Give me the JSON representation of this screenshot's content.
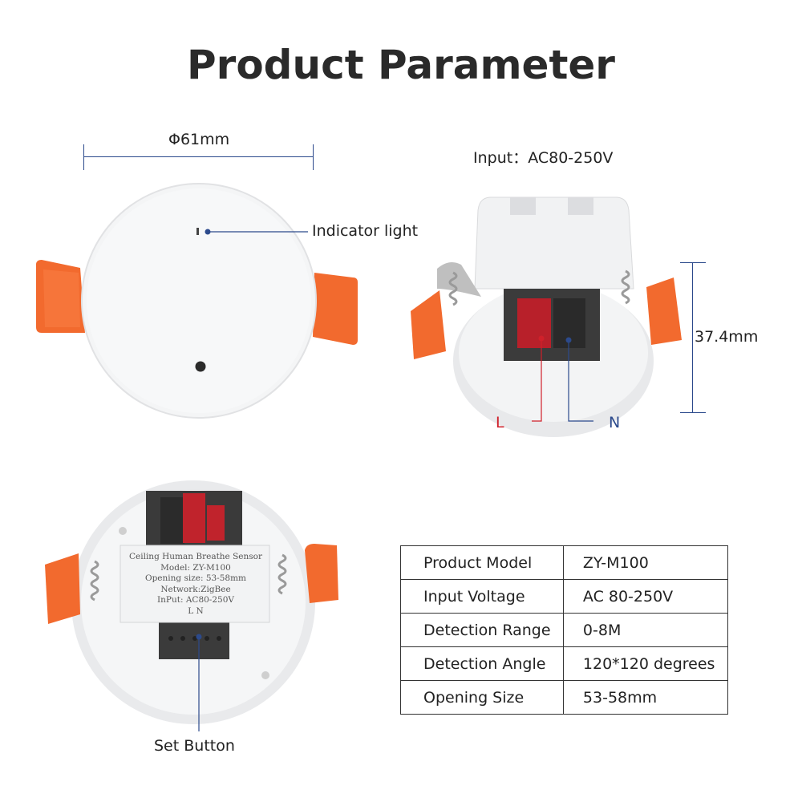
{
  "title": "Product Parameter",
  "dimensions": {
    "diameter": "Φ61mm",
    "height": "37.4mm"
  },
  "input_label": "Input：AC80-250V",
  "callouts": {
    "indicator_light": "Indicator light",
    "set_button": "Set Button",
    "live": "L",
    "neutral": "N"
  },
  "device_label": {
    "line1": "Ceiling Human Breathe Sensor",
    "line2": "Model: ZY-M100",
    "line3": "Opening size: 53-58mm",
    "line4": "Network:ZigBee",
    "line5": "InPut: AC80-250V",
    "line6": "L    N"
  },
  "colors": {
    "accent": "#2c4a8c",
    "clip": "#f26a2e",
    "live": "#d0202a",
    "neutral": "#2c4a8c"
  },
  "specs": [
    {
      "name": "Product Model",
      "value": "ZY-M100"
    },
    {
      "name": "Input Voltage",
      "value": "AC 80-250V"
    },
    {
      "name": "Detection Range",
      "value": "0-8M"
    },
    {
      "name": "Detection Angle",
      "value": "120*120 degrees"
    },
    {
      "name": "Opening Size",
      "value": "53-58mm"
    }
  ]
}
